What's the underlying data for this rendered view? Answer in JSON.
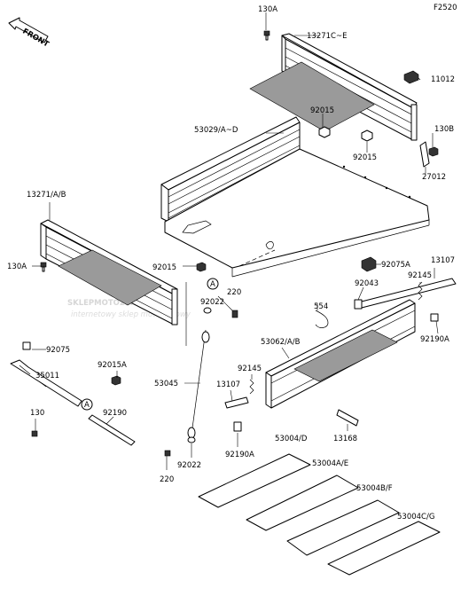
{
  "figure_code": "F2520",
  "front_label": "FRONT",
  "watermark": {
    "brand": "SKLEPMOTO24.PL",
    "tagline": "internetowy sklep motocyklowy"
  },
  "callout_marker": "A",
  "labels": {
    "p130A_top": "130A",
    "p13271CE": "13271C~E",
    "p11012": "11012",
    "p92015_upper": "92015",
    "p53029": "53029/A~D",
    "p92015_mid": "92015",
    "p130B": "130B",
    "p27012": "27012",
    "p13271AB": "13271/A/B",
    "p130A_left": "130A",
    "p92015_left": "92015",
    "p92075A": "92075A",
    "p13107_right": "13107",
    "p92043": "92043",
    "p92145_right": "92145",
    "p220_mid": "220",
    "p92022_mid": "92022",
    "p554": "554",
    "p92190A_right": "92190A",
    "p53062": "53062/A/B",
    "p92075": "92075",
    "p92015A": "92015A",
    "p35011": "35011",
    "p53045": "53045",
    "p92145_mid": "92145",
    "p13107_mid": "13107",
    "p130_low": "130",
    "p92190": "92190",
    "p13168": "13168",
    "p92190A_low": "92190A",
    "p53004D": "53004/D",
    "p53004AE": "53004A/E",
    "p53004BF": "53004B/F",
    "p53004CG": "53004C/G",
    "p92022_low": "92022",
    "p220_low": "220"
  }
}
